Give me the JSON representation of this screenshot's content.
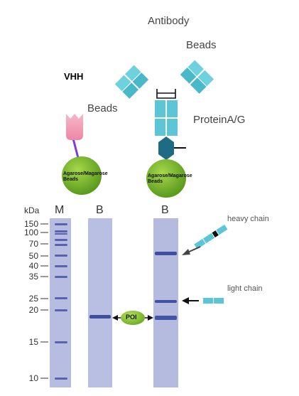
{
  "labels": {
    "antibody": "Antibody",
    "beads_right": "Beads",
    "vhh": "VHH",
    "beads_left": "Beads",
    "protein_ag": "ProteinA/G",
    "bead_label_line1": "Agarose/Magarose",
    "bead_label_line2": "Beads",
    "kda": "kDa",
    "lane_marker": "M",
    "lane_b1": "B",
    "lane_b2": "B",
    "poi": "POI",
    "heavy_chain": "heavy chain",
    "light_chain": "light chain"
  },
  "marker_ladder": [
    "150",
    "100",
    "70",
    "50",
    "40",
    "35",
    "25",
    "20",
    "15",
    "10"
  ],
  "colors": {
    "gel": "#b7bde0",
    "band": "#3d4f9e",
    "antibody": "#5cc6d6",
    "bead": "#7cb82f",
    "linker": "#7b3fd0",
    "vhh_tag": "#f29ab4",
    "anchor": "#1e6b84"
  }
}
